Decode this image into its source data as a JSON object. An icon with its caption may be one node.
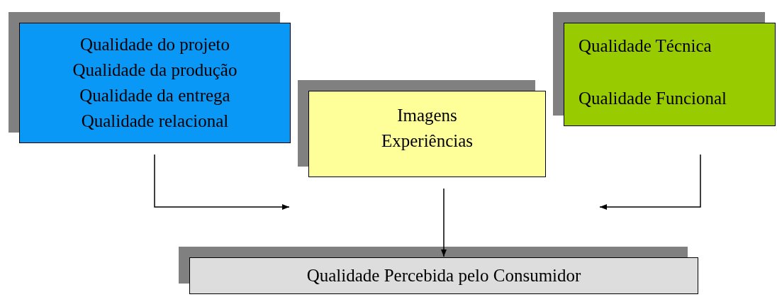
{
  "diagram": {
    "nodes": [
      {
        "text": [
          "Qualidade do projeto Qualidade da produção Qualidade da entrega Qualidade relacional"
        ]
      },
      {
        "text": [
          "Imagens Experiências"
        ]
      },
      {
        "text": [
          "Qualidade Técnica",
          "Qualidade Funcional"
        ]
      },
      {
        "text": [
          "Qualidade Percebida pelo Consumidor"
        ]
      }
    ],
    "edges": [
      {
        "from": 0,
        "to": null,
        "arrow": "to"
      },
      {
        "from": 1,
        "to": 3,
        "arrow": "to"
      },
      {
        "from": 2,
        "to": null,
        "arrow": "to"
      }
    ]
  }
}
